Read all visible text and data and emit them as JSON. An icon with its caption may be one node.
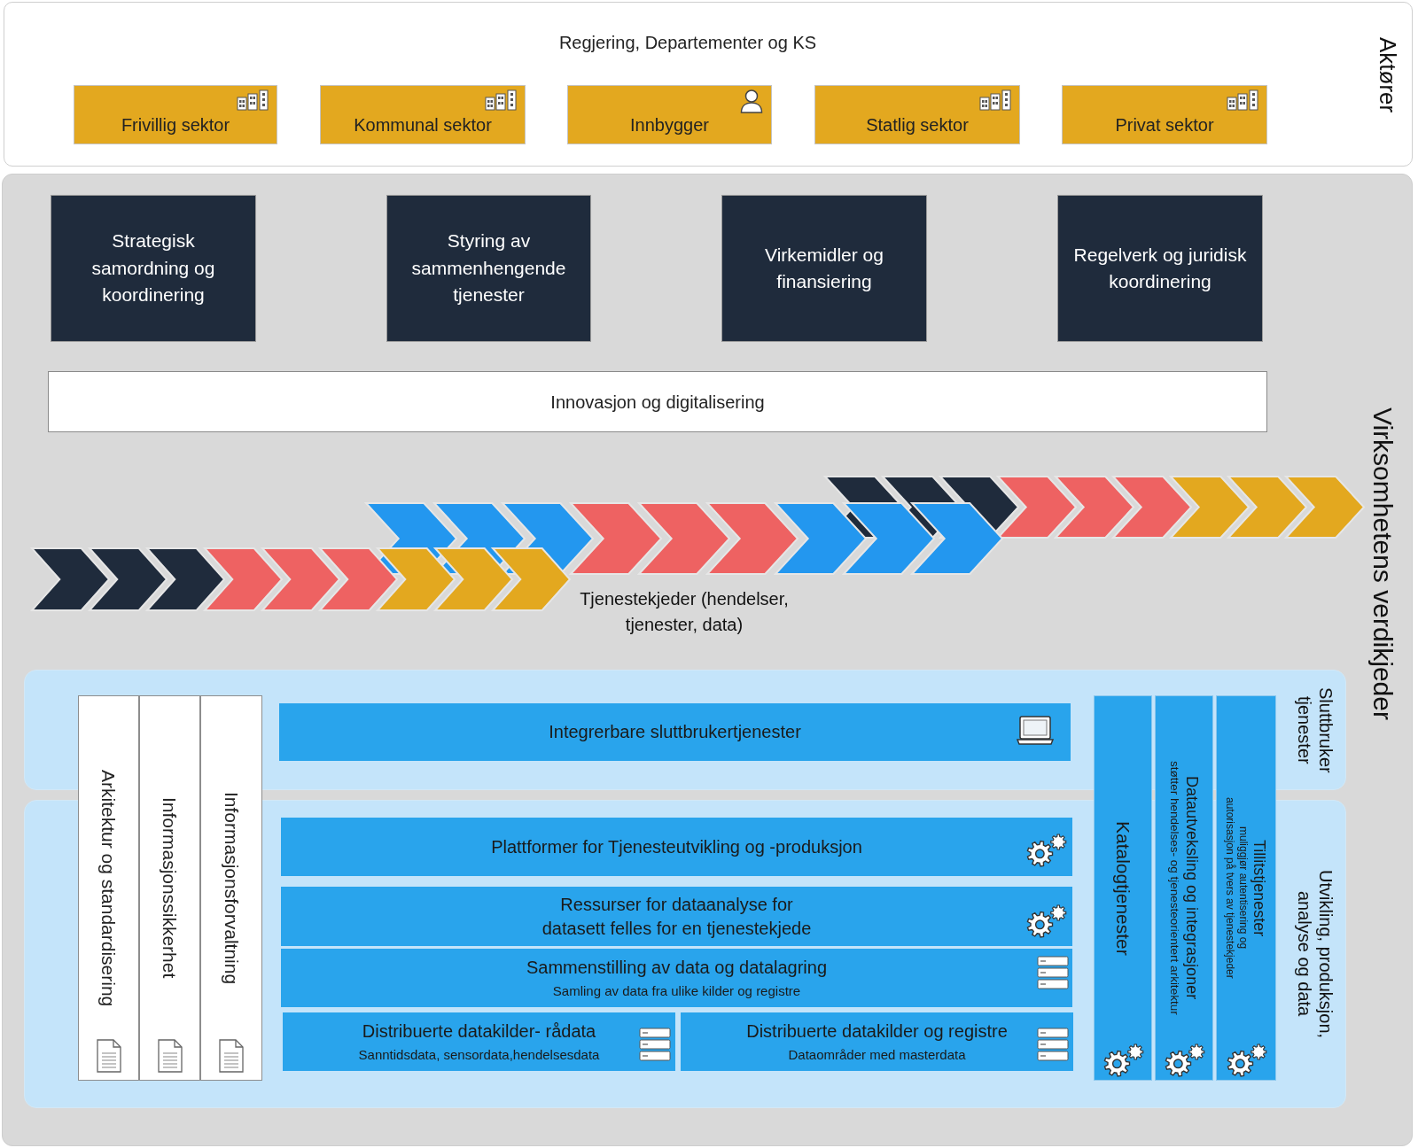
{
  "diagram": {
    "nodes": [
      {
        "text": [
          "Regjering, Departementer og KS",
          "Aktører"
        ]
      },
      {
        "text": [
          "Frivillig sektor"
        ],
        "in": 0
      },
      {
        "text": [
          "Kommunal sektor"
        ],
        "in": 0
      },
      {
        "text": [
          "Innbygger"
        ],
        "in": 0
      },
      {
        "text": [
          "Statlig sektor"
        ],
        "in": 0
      },
      {
        "text": [
          "Privat sektor"
        ],
        "in": 0
      },
      {
        "text": [
          "Virksomhetens verdikjeder"
        ]
      },
      {
        "text": [
          "Strategisk samordning og koordinering"
        ],
        "in": 6
      },
      {
        "text": [
          "Styring av sammenhengende tjenester"
        ],
        "in": 6
      },
      {
        "text": [
          "Virkemidler og finansiering"
        ],
        "in": 6
      },
      {
        "text": [
          "Regelverk og juridisk koordinering"
        ],
        "in": 6
      },
      {
        "text": [
          "Innovasjon og digitalisering"
        ],
        "in": 6
      },
      {
        "text": [
          "Sluttbruker tjenester"
        ],
        "in": 6
      },
      {
        "text": [
          "Utvikling, produksjon, analyse og data"
        ],
        "in": 6
      },
      {
        "text": [
          "Arkitektur og standardisering"
        ],
        "in": 6
      },
      {
        "text": [
          "Informasjonssikkerhet"
        ],
        "in": 6
      },
      {
        "text": [
          "Informasjonsforvaltning"
        ],
        "in": 6
      },
      {
        "text": [
          "Integrerbare sluttbrukertjenester"
        ],
        "in": 12
      },
      {
        "text": [
          "Plattformer for Tjenesteutvikling og -produksjon"
        ],
        "in": 13
      },
      {
        "text": [
          "Ressurser for dataanalyse for datasett felles for en tjenestekjede"
        ],
        "in": 13
      },
      {
        "text": [
          "Sammenstilling av data og datalagring",
          "Samling av data fra ulike kilder og registre"
        ],
        "in": 13
      },
      {
        "text": [
          "Distribuerte datakilder- rådata",
          "Sanntidsdata, sensordata,hendelsesdata"
        ],
        "in": 13
      },
      {
        "text": [
          "Distribuerte datakilder og registre",
          "Dataområder med masterdata"
        ],
        "in": 13
      },
      {
        "text": [
          "Katalogtjenester"
        ],
        "in": 6
      },
      {
        "text": [
          "Datautveksling og integrasjoner",
          "støtter hendelses- og tjenesteorientert arkitektur"
        ],
        "in": 6
      },
      {
        "text": [
          "Tillitstjenester",
          "muliggjør autentisering og autorisasjon på tvers av tjenestekjeder"
        ],
        "in": 6
      }
    ],
    "labels": [
      "Tjenestekjeder (hendelser, tjenester, data)"
    ]
  }
}
